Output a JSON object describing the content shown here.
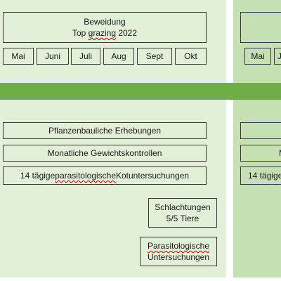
{
  "left": {
    "title_line1": "Beweidung",
    "title_line2_a": "Top ",
    "title_line2_b": "grazing",
    "title_line2_c": " 2022",
    "months": [
      "Mai",
      "Juni",
      "Juli",
      "Aug",
      "Sept",
      "Okt"
    ],
    "row1": "Pflanzenbauliche Erhebungen",
    "row2": "Monatliche Gewichtskontrollen",
    "row3_a": "14 tägige ",
    "row3_b": "parasitologische",
    "row3_c": " Kotuntersuchungen",
    "slaughter_line1": "Schlachtungen",
    "slaughter_line2": "5/5 Tiere",
    "para_line1": "Parasitologische",
    "para_line2": "Untersuchungen"
  },
  "right": {
    "month1": "Mai",
    "month2_partial": "J",
    "row2_partial": "M",
    "row3_partial": "14 tägige"
  },
  "colors": {
    "left_panel": "#e2efd9",
    "right_panel": "#c5e0b3",
    "band": "#70ad47",
    "border": "#3a3a3a"
  }
}
